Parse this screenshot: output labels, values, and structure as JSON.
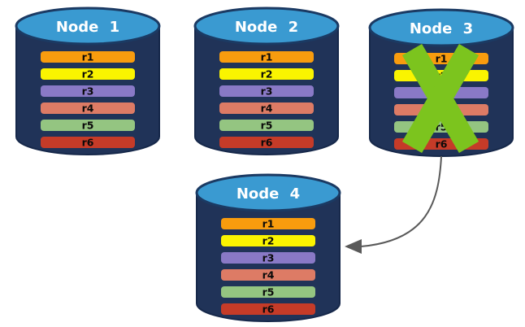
{
  "colors": {
    "background": "#FFFFFF",
    "cylinder_body": "#203358",
    "cylinder_top": "#3A9AD1",
    "node_title_text": "#FFFFFF",
    "row_label_text": "#0A0A0A",
    "failure_x": "#7CC41E",
    "arrow": "#595959"
  },
  "row_colors": [
    "#F89C0E",
    "#FAF400",
    "#8979C6",
    "#DD7B65",
    "#94C581",
    "#C53B28"
  ],
  "nodes": [
    {
      "title": "Node 1",
      "failed": false,
      "rows": [
        "r1",
        "r2",
        "r3",
        "r4",
        "r5",
        "r6"
      ]
    },
    {
      "title": "Node 2",
      "failed": false,
      "rows": [
        "r1",
        "r2",
        "r3",
        "r4",
        "r5",
        "r6"
      ]
    },
    {
      "title": "Node 3",
      "failed": true,
      "rows": [
        "r1",
        "r2",
        "r3",
        "r4",
        "r5",
        "r6"
      ]
    },
    {
      "title": "Node 4",
      "failed": false,
      "rows": [
        "r1",
        "r2",
        "r3",
        "r4",
        "r5",
        "r6"
      ]
    }
  ],
  "arrow": {
    "from": "Node 3",
    "to": "Node 4"
  }
}
